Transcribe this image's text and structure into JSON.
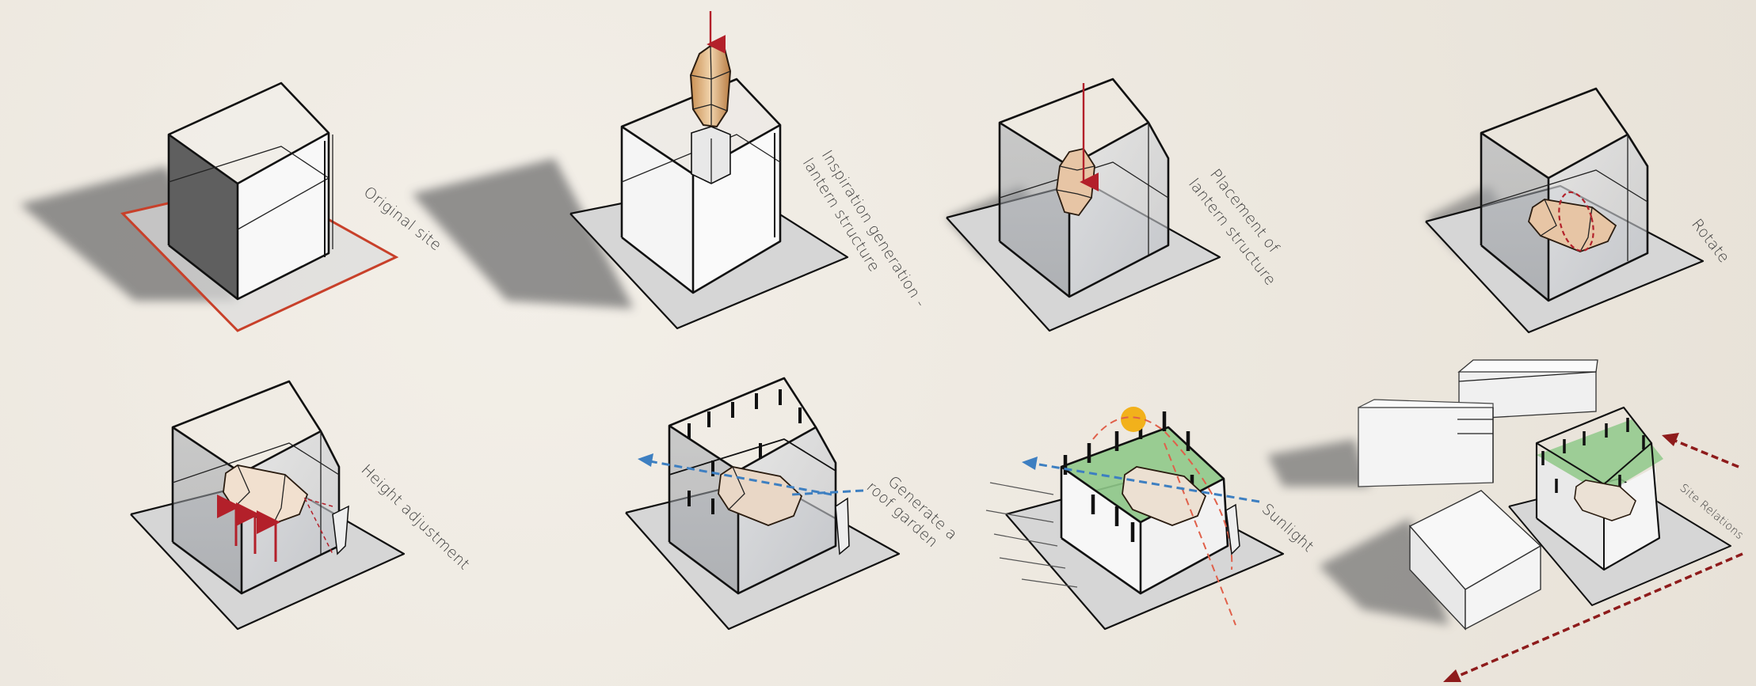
{
  "steps": [
    {
      "id": "original-site",
      "label": "Original site"
    },
    {
      "id": "lantern-inspiration",
      "label_line1": "Inspiration generation -",
      "label_line2": "lantern structure"
    },
    {
      "id": "lantern-placement",
      "label_line1": "Placement of",
      "label_line2": "lantern structure"
    },
    {
      "id": "rotate",
      "label": "Rotate"
    },
    {
      "id": "height-adjustment",
      "label": "Height adjustment"
    },
    {
      "id": "roof-garden",
      "label_line1": "Generate a",
      "label_line2": "roof garden"
    },
    {
      "id": "sunlight",
      "label": "Sunlight"
    },
    {
      "id": "site-relations",
      "label": "Site Relations"
    }
  ],
  "colors": {
    "site_outline": "#c8402a",
    "arrow_red": "#b3202a",
    "arrow_dark_red": "#8e1b1b",
    "arrow_blue": "#3d7fc1",
    "roof_green": "#8fc98a",
    "sun": "#f2b11b",
    "lantern_fill": "#e9c9a3",
    "glass_fill": "#c9ccd1",
    "shadow": "#6f6f6f",
    "ground_pad": "#d9d9d9"
  }
}
